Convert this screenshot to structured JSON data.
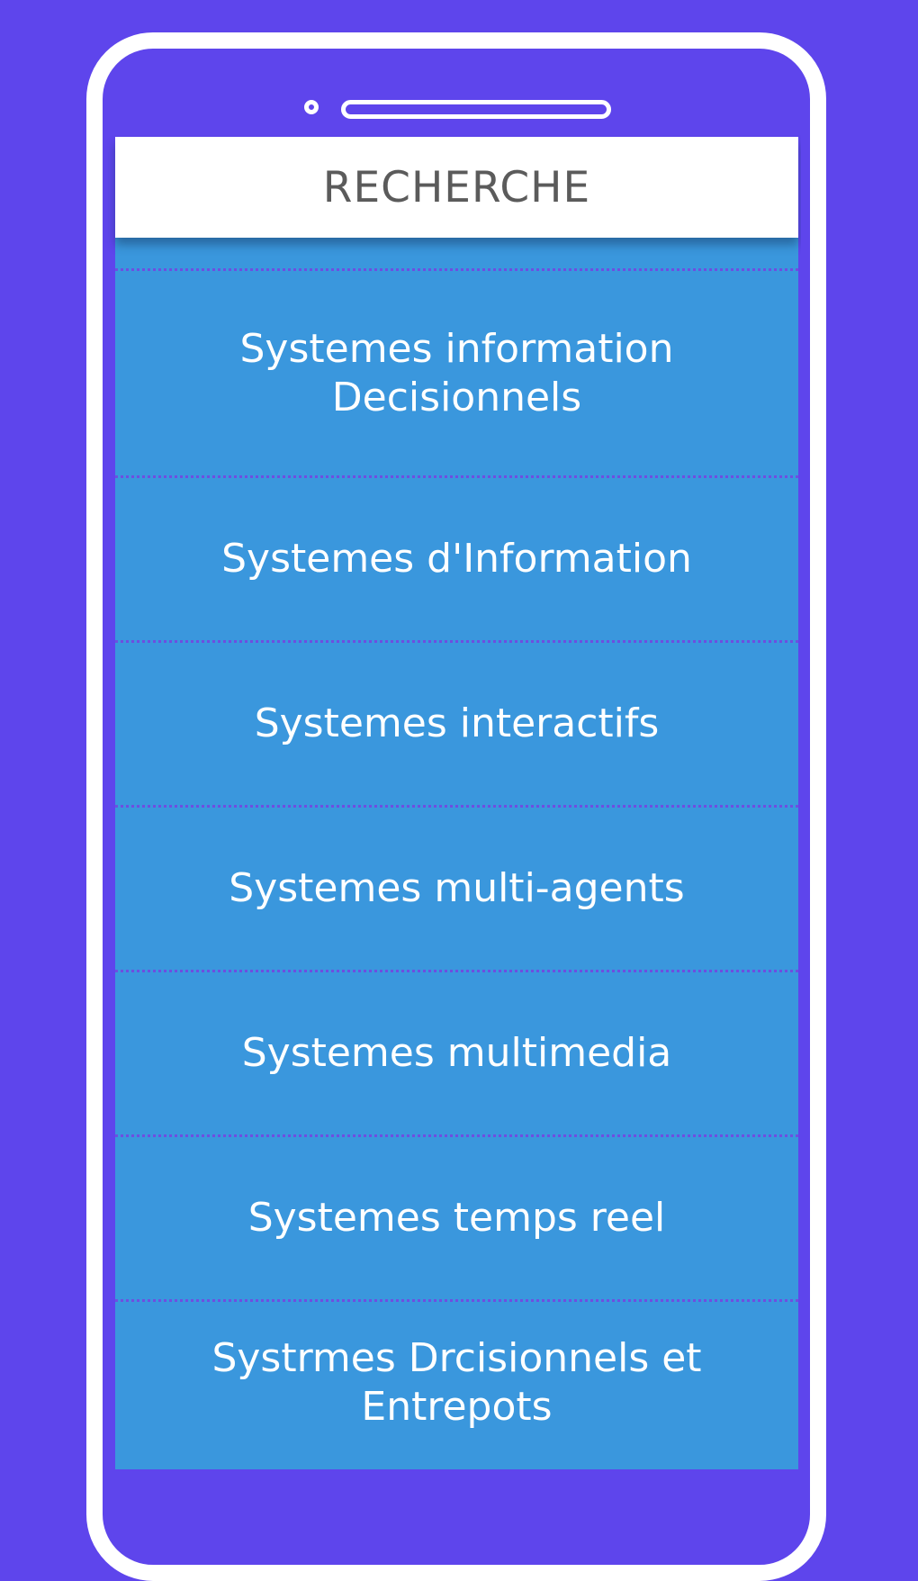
{
  "header": {
    "title": "RECHERCHE"
  },
  "list": {
    "items": [
      {
        "label": "Systemes information Decisionnels"
      },
      {
        "label": "Systemes d'Information"
      },
      {
        "label": "Systemes interactifs"
      },
      {
        "label": "Systemes multi-agents"
      },
      {
        "label": "Systemes multimedia"
      },
      {
        "label": "Systemes temps reel"
      },
      {
        "label": "Systrmes Drcisionnels et Entrepots"
      }
    ]
  },
  "colors": {
    "background": "#5e45ec",
    "list_background": "#3a97dd",
    "header_background": "#ffffff",
    "divider": "#6d4fe0"
  }
}
